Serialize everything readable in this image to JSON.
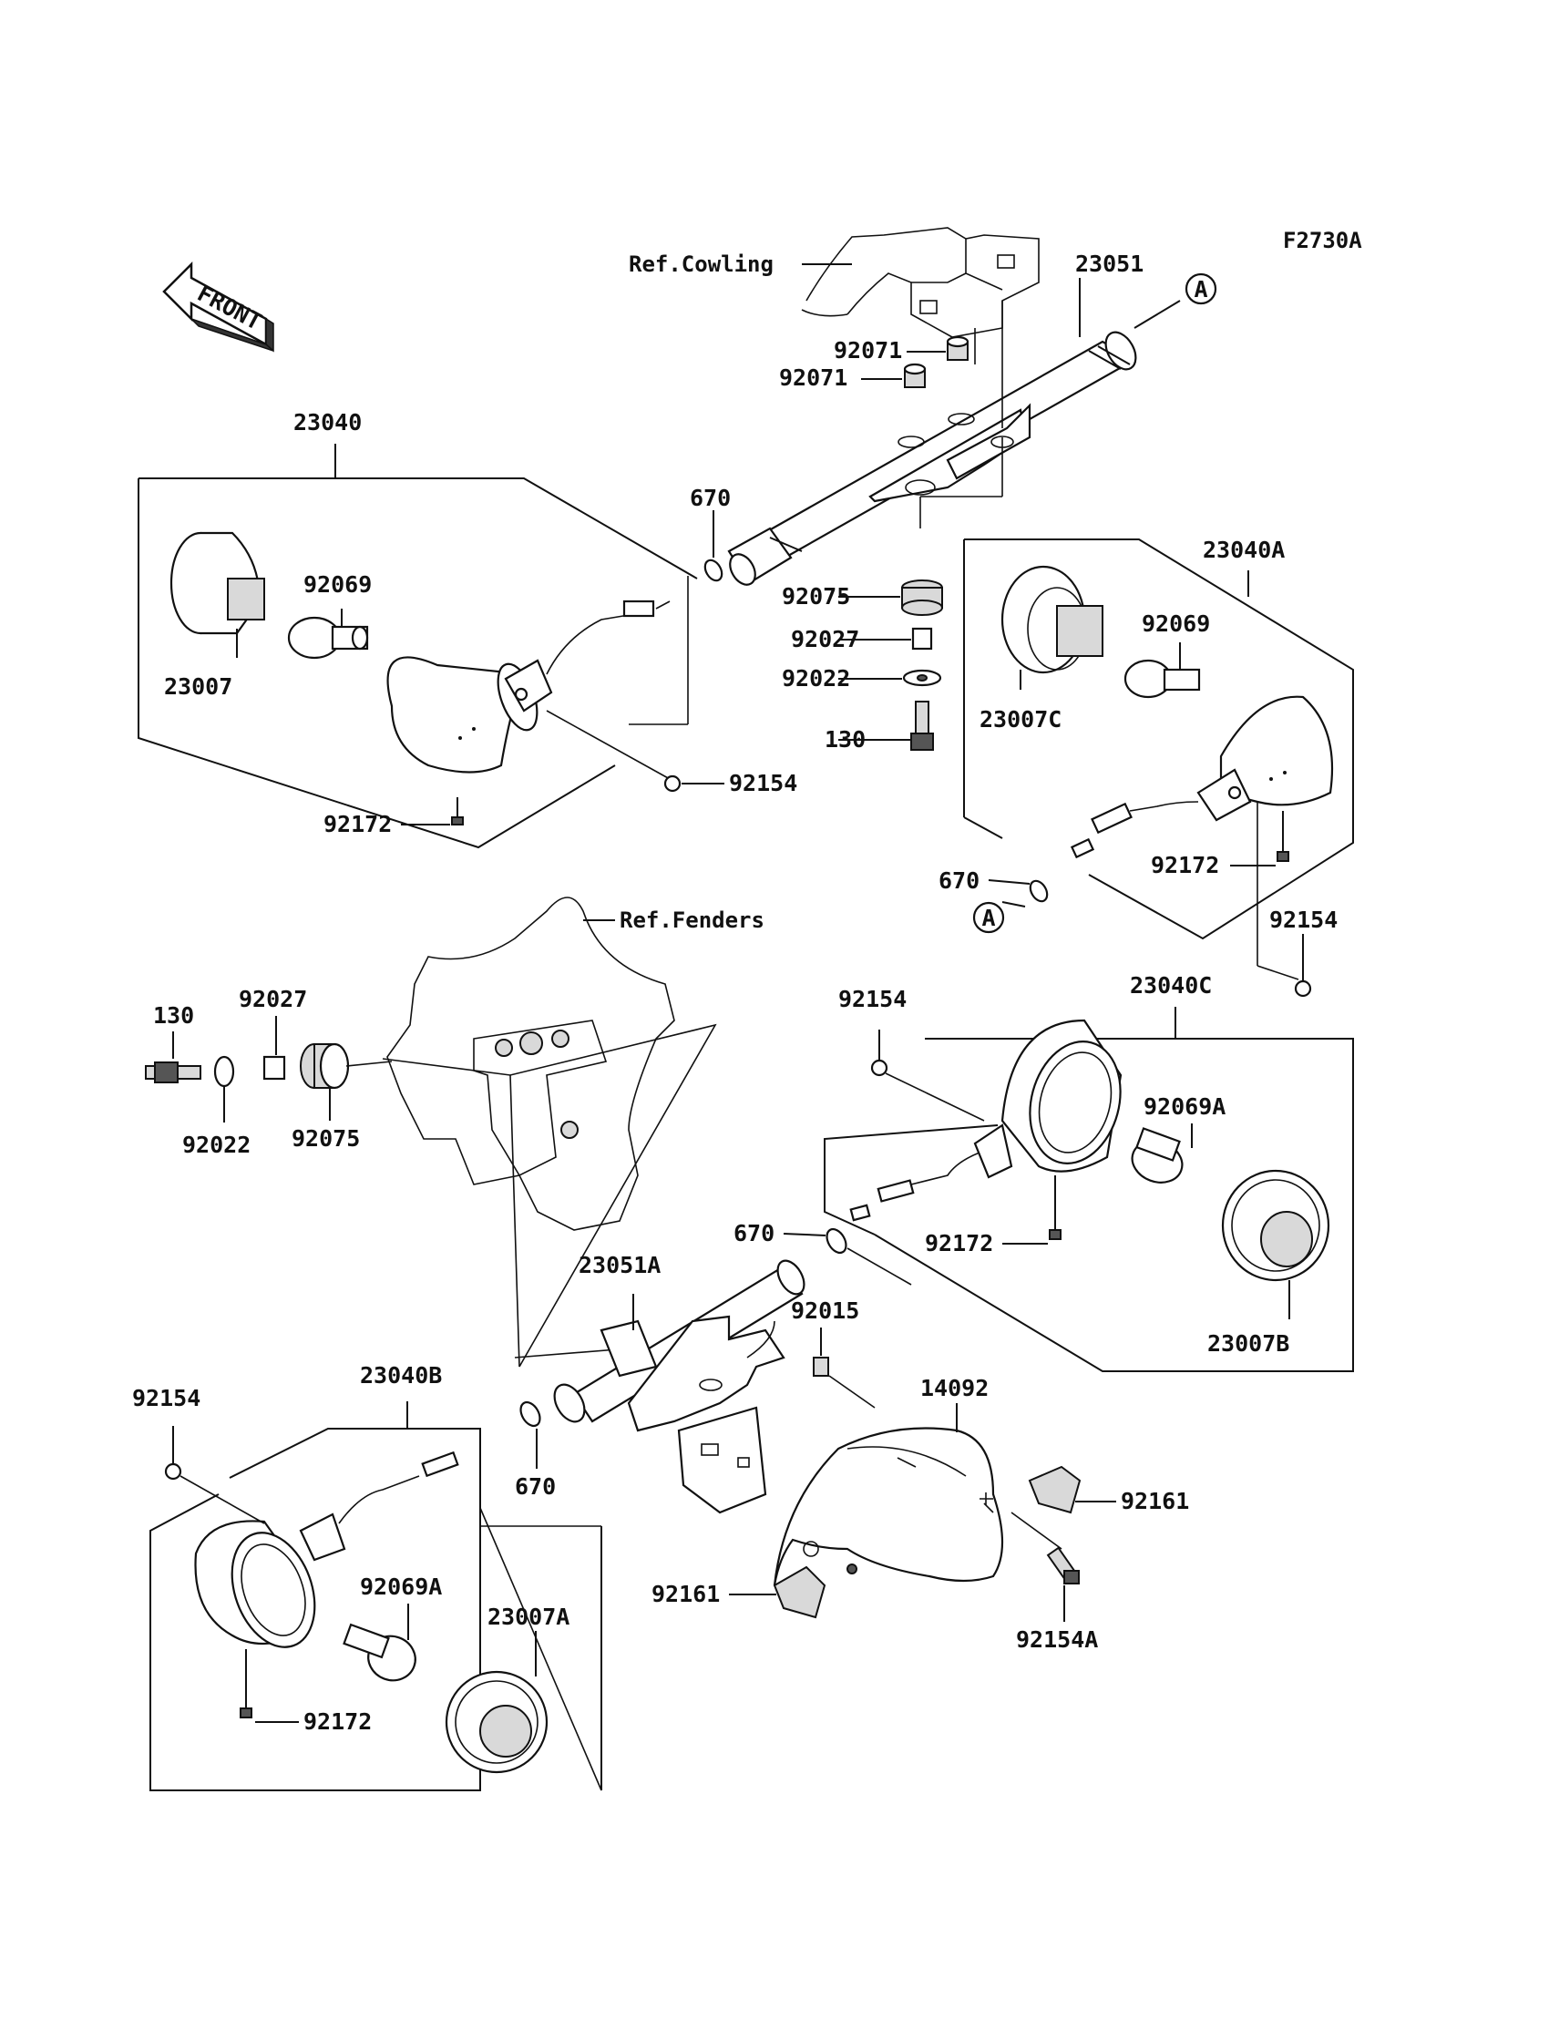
{
  "diagram": {
    "figure_code": "F2730A",
    "front_label": "FRONT",
    "callout_a": "A",
    "labels": {
      "ref_cowling": "Ref.Cowling",
      "ref_fenders": "Ref.Fenders",
      "p23051": "23051",
      "p23051A": "23051A",
      "p23040": "23040",
      "p23040A": "23040A",
      "p23040B": "23040B",
      "p23040C": "23040C",
      "p23007": "23007",
      "p23007A": "23007A",
      "p23007B": "23007B",
      "p23007C": "23007C",
      "p92069": "92069",
      "p92069A": "92069A",
      "p92071": "92071",
      "p92075": "92075",
      "p92027": "92027",
      "p92022": "92022",
      "p130": "130",
      "p670": "670",
      "p92154": "92154",
      "p92154A": "92154A",
      "p92172": "92172",
      "p92015": "92015",
      "p14092": "14092",
      "p92161": "92161"
    }
  }
}
